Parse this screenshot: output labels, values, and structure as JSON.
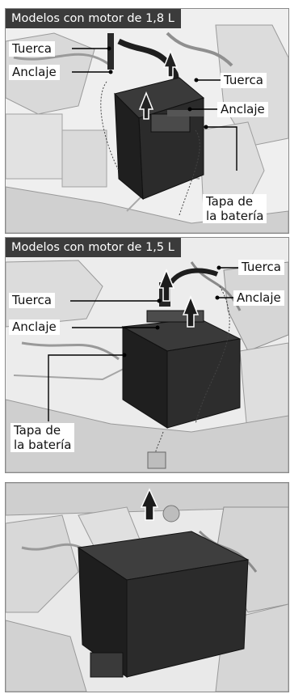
{
  "panels": [
    {
      "header": "Modelos con motor de 1,8 L",
      "labels": {
        "nut_left": "Tuerca",
        "anchor_left": "Anclaje",
        "nut_right": "Tuerca",
        "anchor_right": "Anclaje",
        "battery_cover_1": "Tapa de",
        "battery_cover_2": "la batería"
      }
    },
    {
      "header": "Modelos con motor de 1,5 L",
      "labels": {
        "nut_right": "Tuerca",
        "anchor_right": "Anclaje",
        "nut_left": "Tuerca",
        "anchor_left": "Anclaje",
        "battery_cover_1": "Tapa de",
        "battery_cover_2": "la batería"
      }
    },
    {
      "header": ""
    }
  ]
}
